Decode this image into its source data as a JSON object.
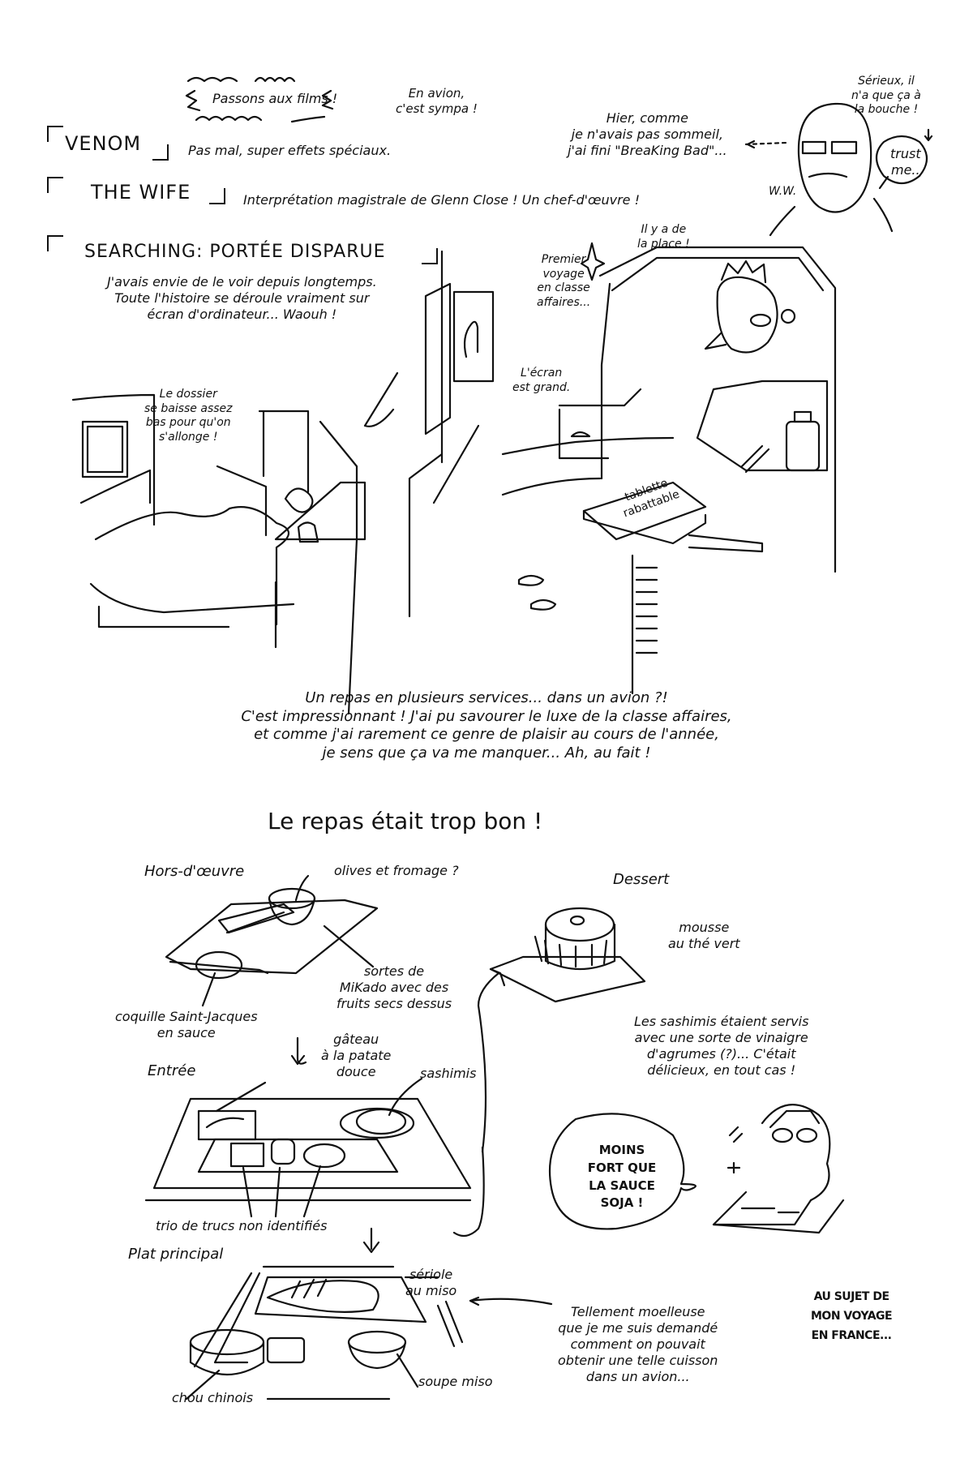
{
  "top": {
    "bubble_films": "Passons aux films !",
    "aside_avion": [
      "En avion,",
      "c'est sympa !"
    ]
  },
  "movies": [
    {
      "title": "VENOM",
      "comment": "Pas mal, super effets spéciaux."
    },
    {
      "title": "THE WIFE",
      "comment": "Interprétation magistrale de Glenn Close ! Un chef-d'œuvre !"
    },
    {
      "title": "SEARCHING: PORTÉE DISPARUE",
      "comment_lines": [
        "J'avais envie de le voir depuis longtemps.",
        "Toute l'histoire se déroule vraiment sur",
        "écran d'ordinateur... Waouh !"
      ]
    }
  ],
  "breaking_bad": {
    "lines": [
      "Hier, comme",
      "je n'avais pas sommeil,",
      "j'ai fini \"BreaKing Bad\"..."
    ],
    "aside": [
      "Sérieux, il",
      "n'a que ça à",
      "la bouche !"
    ],
    "bubble": [
      "trust",
      "me.."
    ],
    "initials": "W.W."
  },
  "cabin_left": {
    "caption": [
      "Le dossier",
      "se baisse assez",
      "bas pour qu'on",
      "s'allonge !"
    ]
  },
  "cabin_right": {
    "premier": [
      "Premier",
      "voyage",
      "en classe",
      "affaires..."
    ],
    "place": [
      "Il y a de",
      "la place !"
    ],
    "ecran": [
      "L'écran",
      "est grand."
    ],
    "tablette": [
      "tablette",
      "rabattable"
    ]
  },
  "meal_intro": {
    "lines": [
      "Un repas en plusieurs services... dans un avion ?!",
      "C'est impressionnant ! J'ai pu savourer le luxe de la classe affaires,",
      "et comme j'ai rarement ce genre de plaisir au cours de l'année,",
      "je sens que ça va me manquer... Ah, au fait !"
    ],
    "headline": "Le repas était trop bon !"
  },
  "courses": {
    "hors_doeuvre": {
      "label": "Hors-d'œuvre",
      "olives": "olives et fromage ?",
      "mikado": [
        "sortes de",
        "MiKado avec des",
        "fruits secs dessus"
      ],
      "coquille": [
        "coquille Saint-Jacques",
        "en sauce"
      ]
    },
    "entree": {
      "label": "Entrée",
      "gateau": [
        "gâteau",
        "à la patate",
        "douce"
      ],
      "sashimis": "sashimis",
      "trio": "trio de trucs non identifiés"
    },
    "plat": {
      "label": "Plat principal",
      "seriole": [
        "sériole",
        "au miso"
      ],
      "chou": "chou chinois",
      "soupe": "soupe miso"
    },
    "dessert": {
      "label": "Dessert",
      "mousse": [
        "mousse",
        "au thé vert"
      ]
    }
  },
  "sashimi_note": [
    "Les sashimis étaient servis",
    "avec une sorte de vinaigre",
    "d'agrumes (?)... C'était",
    "délicieux, en tout cas !"
  ],
  "sauce_bubble": [
    "MOINS",
    "FORT QUE",
    "LA SAUCE",
    "SOJA !"
  ],
  "moelleuse_note": [
    "Tellement moelleuse",
    "que je me suis demandé",
    "comment on pouvait",
    "obtenir une telle cuisson",
    "dans un avion..."
  ],
  "series_caption": [
    "AU SUJET DE",
    "MON VOYAGE",
    "EN FRANCE..."
  ]
}
